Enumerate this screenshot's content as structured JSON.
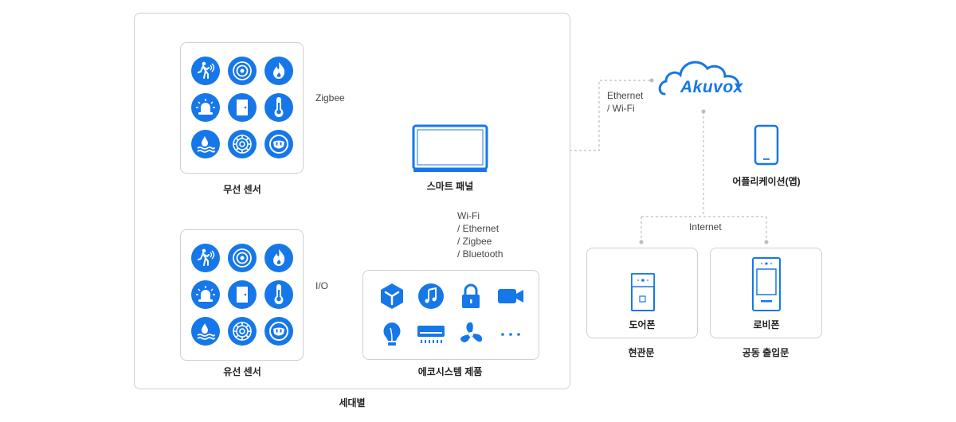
{
  "household": {
    "label": "세대별"
  },
  "wireless_sensor": {
    "label": "무선 센서",
    "icons": [
      "motion-sensor-icon",
      "smoke-detector-icon",
      "fire-icon",
      "alarm-siren-icon",
      "door-sensor-icon",
      "thermometer-icon",
      "water-leak-icon",
      "gas-detector-icon",
      "smart-plug-icon"
    ]
  },
  "wired_sensor": {
    "label": "유선 센서",
    "icons": [
      "motion-sensor-icon",
      "smoke-detector-icon",
      "fire-icon",
      "alarm-siren-icon",
      "door-sensor-icon",
      "thermometer-icon",
      "water-leak-icon",
      "gas-detector-icon",
      "smart-plug-icon"
    ]
  },
  "smart_panel": {
    "label": "스마트 패널"
  },
  "ecosystem": {
    "label": "에코시스템 제품",
    "icons": [
      "smart-hub-icon",
      "music-icon",
      "lock-icon",
      "camera-icon",
      "light-bulb-icon",
      "air-conditioner-icon",
      "fan-icon",
      "more-icon"
    ]
  },
  "connections": {
    "zigbee": "Zigbee",
    "io": "I/O",
    "panel_eco": [
      "Wi-Fi",
      "/ Ethernet",
      "/ Zigbee",
      "/ Bluetooth"
    ],
    "cloud": [
      "Ethernet",
      "/ Wi-Fi"
    ],
    "internet": "Internet"
  },
  "cloud": {
    "brand": "Akuvox"
  },
  "app": {
    "label": "어플리케이션(앱)"
  },
  "door_phone": {
    "label": "도어폰",
    "location": "현관문"
  },
  "lobby_phone": {
    "label": "로비폰",
    "location": "공동 출입문"
  },
  "colors": {
    "accent": "#1677e8",
    "border": "#cfcfcf",
    "line": "#bdbdbd"
  }
}
